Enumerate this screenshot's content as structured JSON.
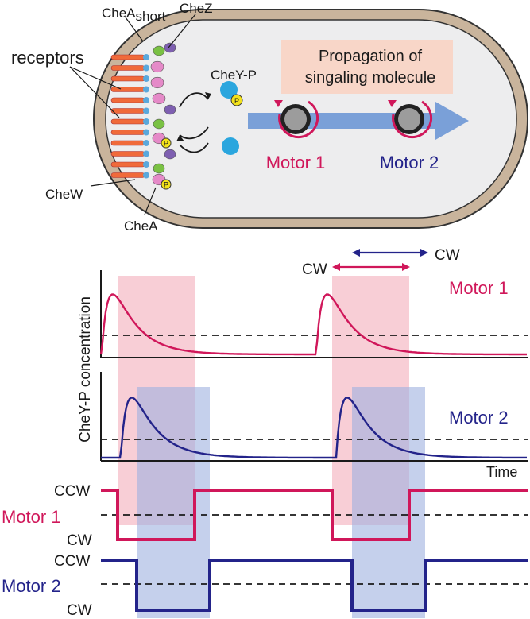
{
  "cell": {
    "labels": {
      "receptors": "receptors",
      "cheA_short_main": "CheA",
      "cheA_short_sub": "short",
      "cheZ": "CheZ",
      "cheY_p": "CheY-P",
      "cheW": "CheW",
      "cheA": "CheA",
      "phospho": "P"
    },
    "propagation": {
      "line1": "Propagation of",
      "line2": "singaling molecule"
    },
    "motor1_label": "Motor 1",
    "motor2_label": "Motor 2"
  },
  "concentration_plot": {
    "ylabel": "CheY-P concentration",
    "xlabel": "Time",
    "motor1_label": "Motor 1",
    "motor2_label": "Motor 2",
    "cw_left": "CW",
    "cw_right": "CW"
  },
  "state_plot": {
    "ccw_label_1": "CCW",
    "cw_label_1": "CW",
    "ccw_label_2": "CCW",
    "cw_label_2": "CW",
    "motor1_label": "Motor 1",
    "motor2_label": "Motor 2"
  },
  "colors": {
    "motor1": "#d0175a",
    "motor2": "#23238a",
    "motor1_band": "#f7c6cf",
    "motor2_band": "#b7c3e8",
    "cell_wall": "#c9b49c",
    "cell_inner": "#ededee",
    "arrow": "#7aa0d8",
    "propagation_box": "#f8d6c8"
  }
}
